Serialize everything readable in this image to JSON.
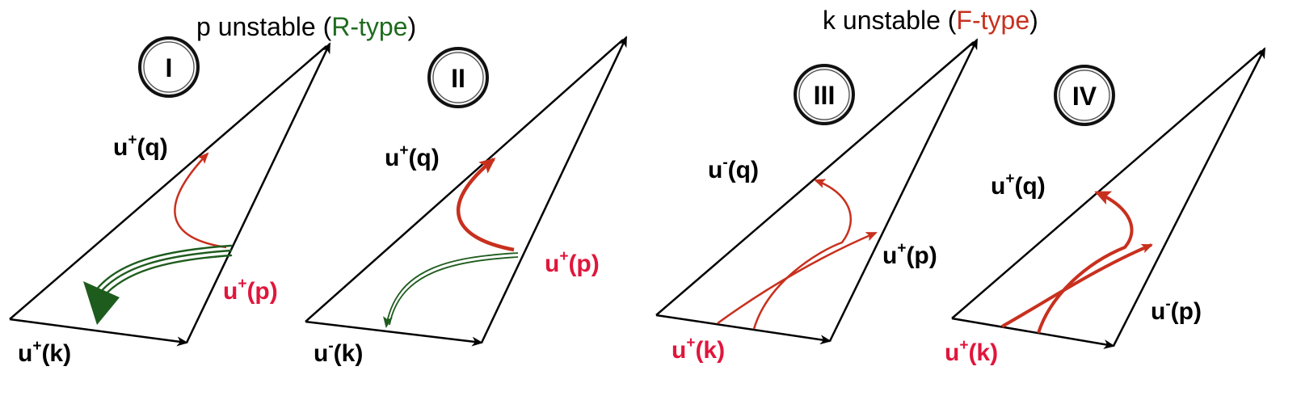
{
  "headers": {
    "left": {
      "pre": "p unstable (",
      "type": "R-type",
      "post": ")"
    },
    "right": {
      "pre": "k unstable (",
      "type": "F-type",
      "post": ")"
    }
  },
  "panels": [
    {
      "id": "I",
      "labels": {
        "k": {
          "base": "u",
          "sup": "+",
          "arg": "(k)"
        },
        "q": {
          "base": "u",
          "sup": "+",
          "arg": "(q)"
        },
        "p": {
          "base": "u",
          "sup": "+",
          "arg": "(p)"
        }
      }
    },
    {
      "id": "II",
      "labels": {
        "k": {
          "base": "u",
          "sup": "-",
          "arg": "(k)"
        },
        "q": {
          "base": "u",
          "sup": "+",
          "arg": "(q)"
        },
        "p": {
          "base": "u",
          "sup": "+",
          "arg": "(p)"
        }
      }
    },
    {
      "id": "III",
      "labels": {
        "k": {
          "base": "u",
          "sup": "+",
          "arg": "(k)"
        },
        "q": {
          "base": "u",
          "sup": "-",
          "arg": "(q)"
        },
        "p": {
          "base": "u",
          "sup": "+",
          "arg": "(p)"
        }
      }
    },
    {
      "id": "IV",
      "labels": {
        "k": {
          "base": "u",
          "sup": "+",
          "arg": "(k)"
        },
        "q": {
          "base": "u",
          "sup": "+",
          "arg": "(q)"
        },
        "p": {
          "base": "u",
          "sup": "-",
          "arg": "(p)"
        }
      }
    }
  ],
  "colors": {
    "ink": "#000000",
    "red": "#c8301e",
    "pink": "#e0163c",
    "green": "#1e5c1e",
    "green_text": "#1e6b1e"
  }
}
